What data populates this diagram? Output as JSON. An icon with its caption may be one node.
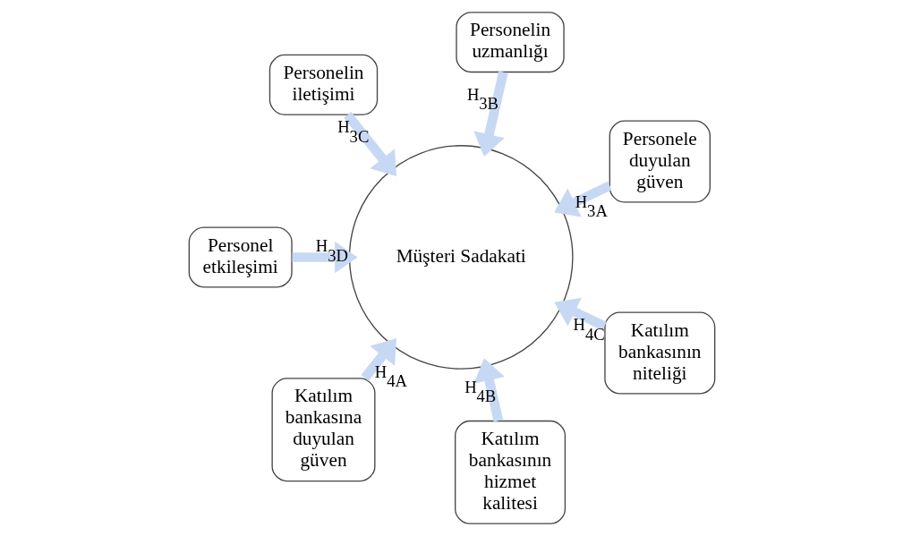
{
  "diagram": {
    "nodes": [
      {
        "text": [
          "Personele duyulan güven"
        ]
      },
      {
        "text": [
          "Personelin uzmanlığı"
        ]
      },
      {
        "text": [
          "Personelin iletişimi"
        ]
      },
      {
        "text": [
          "Personel etkileşimi"
        ]
      },
      {
        "text": [
          "Katılım bankasına duyulan güven"
        ]
      },
      {
        "text": [
          "Katılım bankasının hizmet kalitesi"
        ]
      },
      {
        "text": [
          "Katılım bankasının niteliği"
        ]
      },
      {
        "text": [
          "Müşteri Sadakati"
        ]
      }
    ],
    "edges": [
      {
        "from": 0,
        "to": 7,
        "arrow": "to",
        "label": "H$_{3A}$"
      },
      {
        "from": 1,
        "to": 7,
        "arrow": "to",
        "label": "H$_{3B}$"
      },
      {
        "from": 2,
        "to": 7,
        "arrow": "to",
        "label": "H$_{3C}$"
      },
      {
        "from": 3,
        "to": 7,
        "arrow": "to",
        "label": "H$_{3D}$"
      },
      {
        "from": 4,
        "to": 7,
        "arrow": "to",
        "label": "H$_{4A}$"
      },
      {
        "from": 5,
        "to": 7,
        "arrow": "to",
        "label": "H$_{4B}$"
      },
      {
        "from": 6,
        "to": 7,
        "arrow": "to",
        "label": "H$_{4C}$"
      }
    ]
  }
}
